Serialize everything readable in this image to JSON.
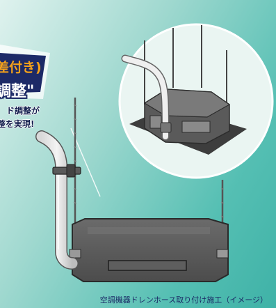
{
  "heading": {
    "line1": "差付き)",
    "line2": "調整\""
  },
  "description": {
    "line1": "ド調整が",
    "line2": "整を実現!"
  },
  "caption": "空調機器ドレンホース取り付け施工（イメージ）",
  "colors": {
    "background_light": "#dff2ee",
    "background_teal": "#3fb2a7",
    "heading_orange": "#f5a21a",
    "heading_outline": "#1d2a67",
    "caption_text": "#1b2a66"
  }
}
